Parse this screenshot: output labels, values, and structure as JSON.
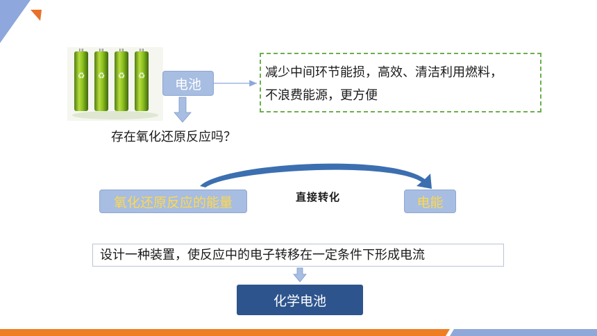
{
  "slide": {
    "battery_label": "电池",
    "note_lines": [
      "减少中间环节能损，高效、清洁利用燃料，",
      "不浪费能源，更方便"
    ],
    "question": "存在氧化还原反应吗？",
    "redox_label": "氧化还原反应的能量",
    "direct_label": "直接转化",
    "electric_label": "电能",
    "design_text": "设计一种装置，使反应中的电子转移在一定条件下形成电流",
    "chem_battery_label": "化学电池"
  },
  "colors": {
    "corner_blue": "#8ea7dc",
    "corner_orange": "#e8702a",
    "box_light": "#a7bde2",
    "box_text_yellow": "#ffd84d",
    "dash_green": "#6ab04c",
    "button_navy": "#2e548d",
    "footer_orange": "#ef7d22",
    "footer_blue": "#8fa8d8"
  },
  "icons": [
    "battery-image",
    "recycle-icon"
  ]
}
